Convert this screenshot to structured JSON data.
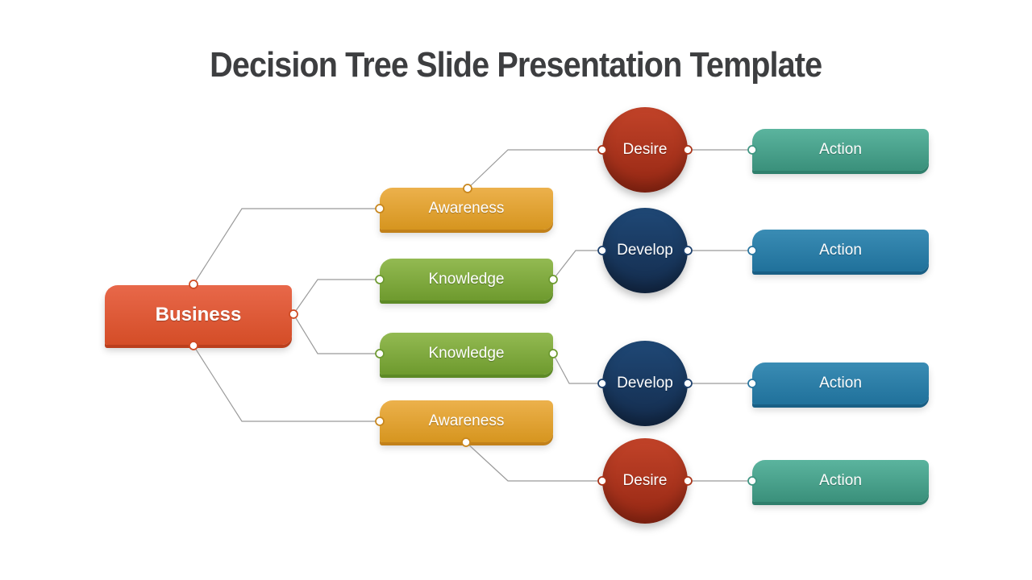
{
  "title": "Decision Tree Slide Presentation Template",
  "diagram": {
    "root": {
      "label": "Business",
      "color": "#d85430"
    },
    "branches": [
      {
        "label": "Awareness",
        "color": "#dfa031"
      },
      {
        "label": "Knowledge",
        "color": "#7ba63c"
      },
      {
        "label": "Knowledge",
        "color": "#7ba63c"
      },
      {
        "label": "Awareness",
        "color": "#dfa031"
      }
    ],
    "stages": [
      {
        "label": "Desire",
        "color": "#a93318"
      },
      {
        "label": "Develop",
        "color": "#1a3c66"
      },
      {
        "label": "Develop",
        "color": "#1a3c66"
      },
      {
        "label": "Desire",
        "color": "#a93318"
      }
    ],
    "outcomes": [
      {
        "label": "Action",
        "color": "#4aa791"
      },
      {
        "label": "Action",
        "color": "#2b7da6"
      },
      {
        "label": "Action",
        "color": "#2b7da6"
      },
      {
        "label": "Action",
        "color": "#4aa791"
      }
    ],
    "connector_color": "#9a9a9a",
    "title_color": "#3d3e40"
  }
}
